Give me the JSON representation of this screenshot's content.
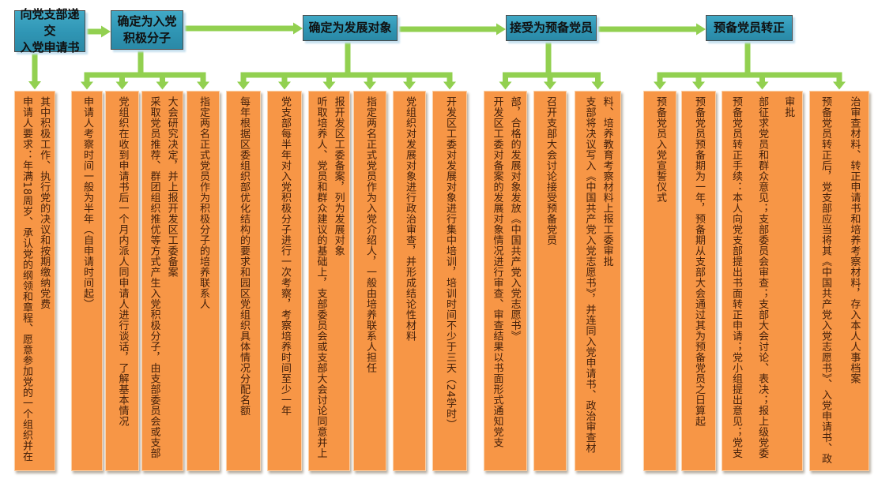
{
  "colors": {
    "arrow_green": "#92D050",
    "stage_teal": "#2F95B4",
    "bar_orange": "#F79646",
    "bar_text": "#44200A"
  },
  "stages": [
    {
      "label_lines": [
        "向党支部递交",
        "入党申请书"
      ],
      "steps": [
        "申请人要求：年满18周岁、承认党的纲领和章程、愿意参加党的一个组织并在其中积极工作、执行党的决议和按期缴纳党费"
      ]
    },
    {
      "label_lines": [
        "确定为入党",
        "积极分子"
      ],
      "steps": [
        "申请人考察时间一般为半年（自申请时间起）",
        "党组织在收到申请书后一个月内派人同申请人进行谈话，了解基本情况",
        "采取党员推荐、群团组织推优等方式产生入党积极分子，由支部委员会或支部大会研究决定，并上报开发区工委备案",
        "指定两名正式党员作为积极分子的培养联系人"
      ]
    },
    {
      "label_lines": [
        "确定为发展对象"
      ],
      "steps": [
        "每年根据区委组织部优化结构的要求和园区党组织具体情况分配名额",
        "党支部每半年对入党积极分子进行一次考察，考察培养时间至少一年",
        "听取培养人、党员和群众建议的基础上，支部委员会或支部大会讨论同意并上报开发区工委备案，列为发展对象",
        "指定两名正式党员作为入党介绍人，一般由培养联系人担任",
        "党组织对发展对象进行政治审查，并形成结论性材料",
        "开发区工委对发展对象进行集中培训，培训时间不少于三天（24学时）"
      ]
    },
    {
      "label_lines": [
        "接受为预备党员"
      ],
      "steps": [
        "开发区工委对备案的发展对象情况进行审查、审查结果以书面形式通知党支部，合格的发展对象发放《中国共产党入党志愿书》",
        "召开支部大会讨论接受预备党员",
        "支部将决议写入《中国共产党入党志愿书》，并连同入党申请书、政治审查材料、培养教育考察材料上报工委审批"
      ]
    },
    {
      "label_lines": [
        "预备党员转正"
      ],
      "steps": [
        "预备党员入党宣誓仪式",
        "预备党员预备期为一年，预备期从支部大会通过其为预备党员之日算起",
        "预备党员转正手续：本人向党支部提出书面转正申请；党小组提出意见；党支部征求党员和群众意见；支部委员会审查；支部大会讨论、表决；报上级党委审批",
        "预备党员转正后，党支部应当将其《中国共产党入党志愿书》、入党申请书、政治审查材料、转正申请书和培养考察材料，存入本人人事档案"
      ]
    }
  ]
}
